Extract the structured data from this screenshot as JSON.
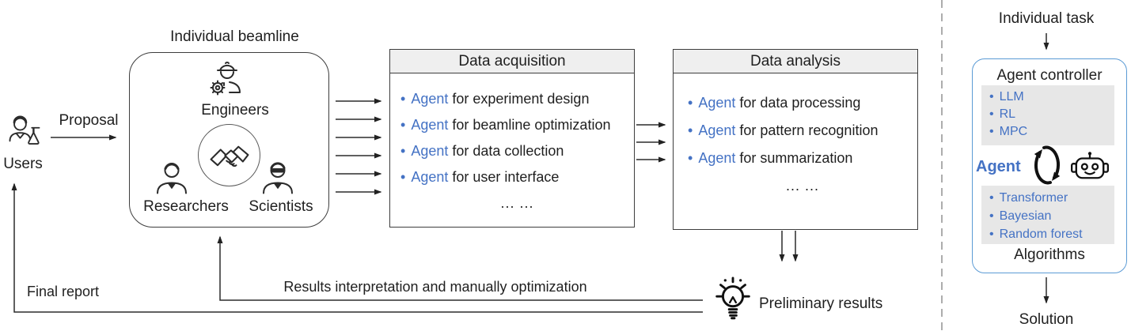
{
  "colors": {
    "accent_blue": "#4472C4",
    "agent_box_border_blue": "#5B9BD5",
    "panel_grey": "#E7E7E7",
    "header_grey": "#EFEFEF",
    "ink": "#1F1F1F"
  },
  "bullet_char": "•",
  "workflow": {
    "users_label": "Users",
    "proposal_label": "Proposal",
    "final_report_label": "Final report",
    "feedback_label": "Results interpretation and manually optimization",
    "preliminary_label": "Preliminary results",
    "beamline": {
      "title": "Individual beamline",
      "engineers": "Engineers",
      "researchers": "Researchers",
      "scientists": "Scientists"
    },
    "data_acquisition": {
      "title": "Data acquisition",
      "items": [
        {
          "agent": "Agent",
          "task": "for experiment design"
        },
        {
          "agent": "Agent",
          "task": "for beamline optimization"
        },
        {
          "agent": "Agent",
          "task": "for data collection"
        },
        {
          "agent": "Agent",
          "task": "for user interface"
        }
      ],
      "ellipsis": "... ..."
    },
    "data_analysis": {
      "title": "Data analysis",
      "items": [
        {
          "agent": "Agent",
          "task": "for data processing"
        },
        {
          "agent": "Agent",
          "task": "for pattern recognition"
        },
        {
          "agent": "Agent",
          "task": "for summarization"
        }
      ],
      "ellipsis": "... ..."
    }
  },
  "agent_panel": {
    "input_label": "Individual task",
    "controller_title": "Agent controller",
    "controller_methods": [
      "LLM",
      "RL",
      "MPC"
    ],
    "agent_label": "Agent",
    "algorithm_items": [
      "Transformer",
      "Bayesian",
      "Random forest"
    ],
    "algorithms_label": "Algorithms",
    "output_label": "Solution"
  },
  "icons": {
    "users": "person-with-flask",
    "engineers": "engineer-hard-hat-with-gear",
    "collaboration": "handshake-in-circle",
    "researchers": "person-bust",
    "scientists": "person-bust-with-glasses",
    "preliminary": "lightbulb-with-rays",
    "agent_loop": "circular-refresh-arrows",
    "agent_robot": "robot-head"
  }
}
